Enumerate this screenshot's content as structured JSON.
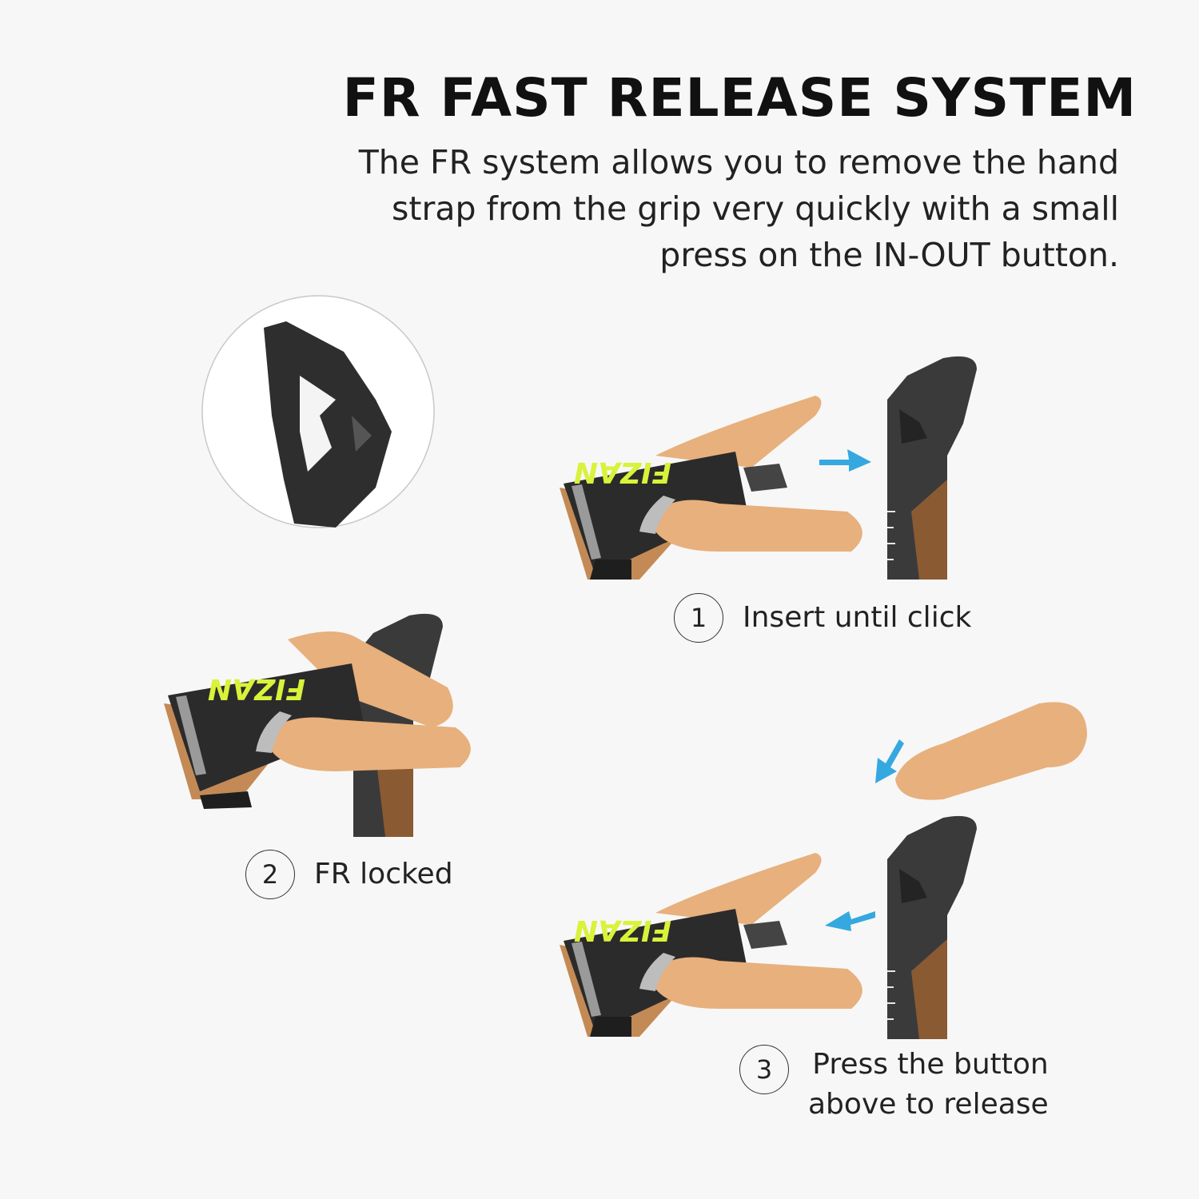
{
  "header": {
    "title": "FR FAST RELEASE SYSTEM",
    "description_lines": [
      "The FR system allows you to remove the hand",
      "strap from the grip very quickly with a small",
      "press on the IN-OUT button."
    ]
  },
  "brand_logo_text": "FIZAN",
  "steps": [
    {
      "number": "1",
      "label": "Insert until click"
    },
    {
      "number": "2",
      "label": "FR locked"
    },
    {
      "number": "3",
      "label_lines": [
        "Press the button",
        "above to release"
      ]
    }
  ],
  "colors": {
    "background": "#f7f7f7",
    "skin": "#e7b07c",
    "strap": "#2b2b2b",
    "grip": "#3a3a3a",
    "cork": "#8a5a32",
    "arrow": "#35a8e0",
    "logo": "#d9f23a"
  },
  "icons": [
    "fr-clip-icon",
    "arrow-right-icon",
    "arrow-down-left-icon",
    "arrow-left-icon"
  ]
}
